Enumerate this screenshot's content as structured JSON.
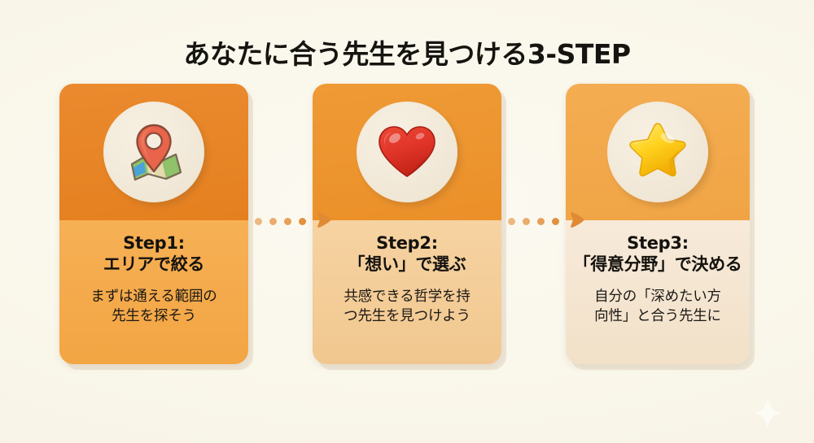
{
  "page": {
    "title": "あなたに合う先生を見つける3-STEP",
    "background_color": "#faf7ec"
  },
  "colors": {
    "accent_orange": "#e5801f",
    "accent_orange_light": "#f0a445",
    "panel_light": "#f3a543",
    "panel_mid": "#f1c78f",
    "panel_pale": "#f2e1c8",
    "disc_cream": "#f0e7d6",
    "pin_red": "#e8644a",
    "heart_red": "#e03428",
    "star_yellow": "#ffd21e",
    "connector_orange": "#e2913f",
    "text_dark": "#14120e"
  },
  "steps": [
    {
      "icon": "map-pin-icon",
      "heading_line1": "Step1:",
      "heading_line2": "エリアで絞る",
      "desc_line1": "まずは通える範囲の",
      "desc_line2": "先生を探そう"
    },
    {
      "icon": "heart-icon",
      "heading_line1": "Step2:",
      "heading_line2": "「想い」で選ぶ",
      "desc_line1": "共感できる哲学を持",
      "desc_line2": "つ先生を見つけよう"
    },
    {
      "icon": "star-icon",
      "heading_line1": "Step3:",
      "heading_line2": "「得意分野」で決める",
      "desc_line1": "自分の「深めたい方",
      "desc_line2": "向性」と合う先生に"
    }
  ],
  "connectors": [
    {
      "name": "connector-step1-to-step2",
      "dots": 4,
      "arrow": "right-arrow-icon"
    },
    {
      "name": "connector-step2-to-step3",
      "dots": 4,
      "arrow": "right-arrow-icon"
    }
  ],
  "decoration": {
    "sparkle": "sparkle-icon"
  }
}
